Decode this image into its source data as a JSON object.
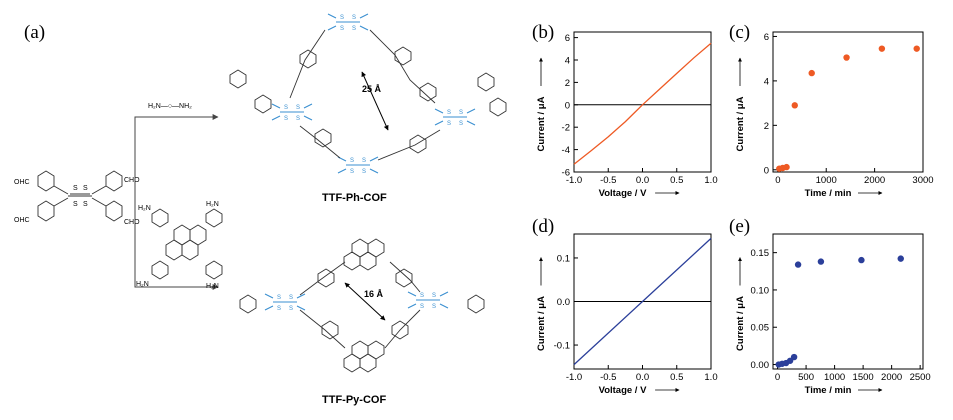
{
  "panels": {
    "a": "(a)",
    "b": "(b)",
    "c": "(c)",
    "d": "(d)",
    "e": "(e)"
  },
  "scheme": {
    "reagent_top": "H₂N—○—NH₂",
    "cho": "CHO",
    "ohc": "OHC",
    "nh2": "H₂N",
    "cof_top": "TTF-Ph-COF",
    "cof_bottom": "TTF-Py-COF",
    "dist_top": "25 Å",
    "dist_bottom": "16 Å"
  },
  "colors": {
    "orange": "#ee5a24",
    "blue": "#2b3f9a",
    "ttf": "#3a8fd0"
  },
  "chart_data": [
    {
      "id": "b",
      "type": "line",
      "xlabel": "Voltage / V",
      "ylabel": "Current / μA",
      "xlim": [
        -1.0,
        1.0
      ],
      "ylim": [
        -6,
        6.5
      ],
      "xticks": [
        -1.0,
        -0.5,
        0.0,
        0.5,
        1.0
      ],
      "xtick_labels": [
        "-1.0",
        "-0.5",
        "0.0",
        "0.5",
        "1.0"
      ],
      "yticks": [
        -6,
        -4,
        -2,
        0,
        2,
        4,
        6
      ],
      "ytick_labels": [
        "-6",
        "-4",
        "-2",
        "0",
        "2",
        "4",
        "6"
      ],
      "zero_line": true,
      "series": [
        {
          "color": "#ee5a24",
          "x": [
            -1.0,
            -0.75,
            -0.5,
            -0.25,
            0.0,
            0.25,
            0.5,
            0.75,
            1.0
          ],
          "y": [
            -5.3,
            -4.1,
            -2.85,
            -1.5,
            0.0,
            1.4,
            2.8,
            4.2,
            5.5
          ]
        }
      ]
    },
    {
      "id": "c",
      "type": "scatter",
      "xlabel": "Time / min",
      "ylabel": "Current / μA",
      "xlim": [
        -100,
        3000
      ],
      "ylim": [
        -0.1,
        6.2
      ],
      "xticks": [
        0,
        1000,
        2000,
        3000
      ],
      "xtick_labels": [
        "0",
        "1000",
        "2000",
        "3000"
      ],
      "yticks": [
        0,
        2,
        4,
        6
      ],
      "ytick_labels": [
        "0",
        "2",
        "4",
        "6"
      ],
      "zero_line": false,
      "series": [
        {
          "color": "#ee5a24",
          "x": [
            30,
            100,
            180,
            350,
            700,
            1420,
            2150,
            2870
          ],
          "y": [
            0.05,
            0.08,
            0.12,
            2.9,
            4.35,
            5.05,
            5.45,
            5.45
          ]
        }
      ]
    },
    {
      "id": "d",
      "type": "line",
      "xlabel": "Voltage / V",
      "ylabel": "Current / μA",
      "xlim": [
        -1.0,
        1.0
      ],
      "ylim": [
        -0.155,
        0.155
      ],
      "xticks": [
        -1.0,
        -0.5,
        0.0,
        0.5,
        1.0
      ],
      "xtick_labels": [
        "-1.0",
        "-0.5",
        "0.0",
        "0.5",
        "1.0"
      ],
      "yticks": [
        -0.1,
        0.0,
        0.1
      ],
      "ytick_labels": [
        "-0.1",
        "0.0",
        "0.1"
      ],
      "zero_line": true,
      "series": [
        {
          "color": "#2b3f9a",
          "x": [
            -1.0,
            0.0,
            1.0
          ],
          "y": [
            -0.145,
            0.0,
            0.145
          ]
        }
      ]
    },
    {
      "id": "e",
      "type": "scatter",
      "xlabel": "Time / min",
      "ylabel": "Current / μA",
      "xlim": [
        -80,
        2550
      ],
      "ylim": [
        -0.006,
        0.175
      ],
      "xticks": [
        0,
        500,
        1000,
        1500,
        2000,
        2500
      ],
      "xtick_labels": [
        "0",
        "500",
        "1000",
        "1500",
        "2000",
        "2500"
      ],
      "yticks": [
        0.0,
        0.05,
        0.1,
        0.15
      ],
      "ytick_labels": [
        "0.00",
        "0.05",
        "0.10",
        "0.15"
      ],
      "zero_line": false,
      "series": [
        {
          "color": "#2b3f9a",
          "x": [
            20,
            80,
            150,
            220,
            290,
            360,
            760,
            1470,
            2160
          ],
          "y": [
            0.0,
            0.001,
            0.002,
            0.005,
            0.01,
            0.134,
            0.138,
            0.14,
            0.142
          ]
        }
      ]
    }
  ]
}
